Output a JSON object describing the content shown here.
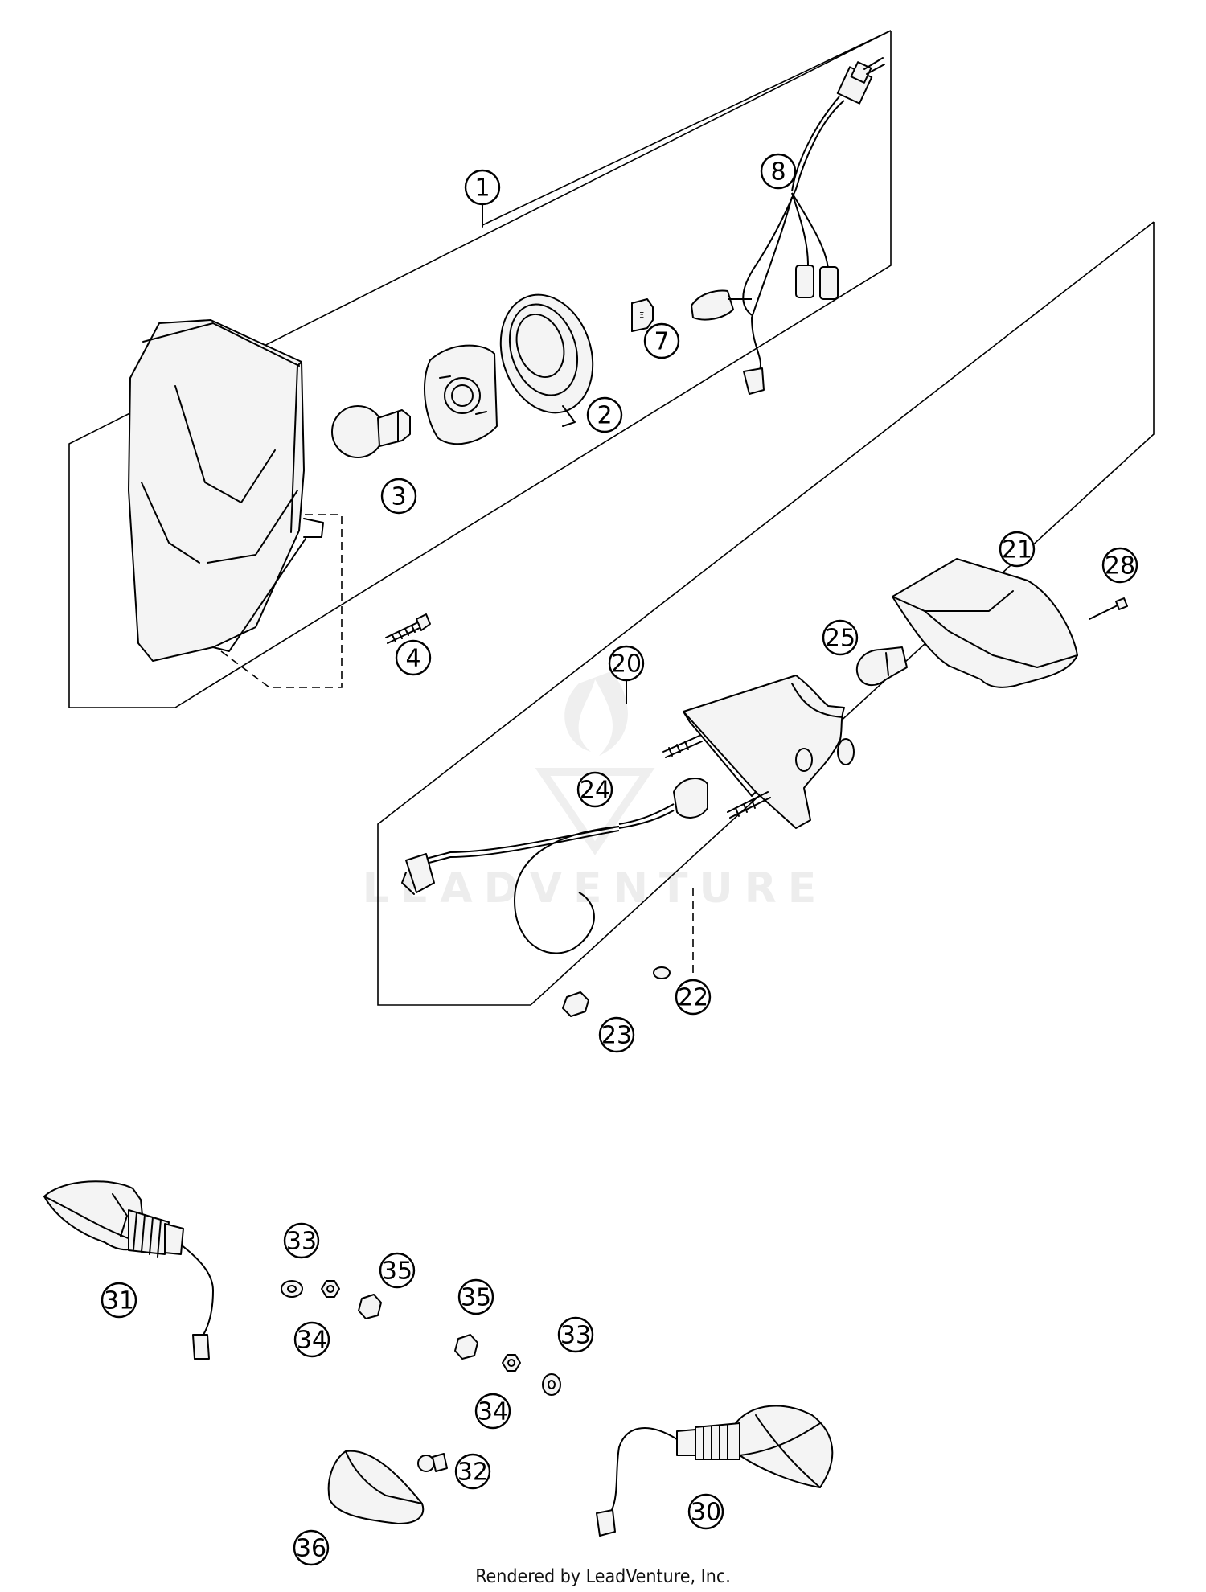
{
  "watermark": "LEADVENTURE",
  "credit": "Rendered by LeadVenture, Inc.",
  "callouts": [
    "1",
    "2",
    "3",
    "4",
    "7",
    "8",
    "20",
    "21",
    "22",
    "23",
    "24",
    "25",
    "28",
    "30",
    "31",
    "32",
    "33",
    "33",
    "34",
    "34",
    "35",
    "35",
    "36"
  ]
}
